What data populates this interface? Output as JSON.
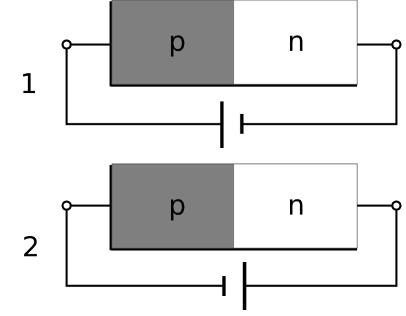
{
  "colors": {
    "p_region": "#7f7f7f",
    "n_region": "#ffffff",
    "line": "#000000"
  },
  "circuits": [
    {
      "number": "1",
      "p_label": "p",
      "n_label": "n"
    },
    {
      "number": "2",
      "p_label": "p",
      "n_label": "n"
    }
  ]
}
